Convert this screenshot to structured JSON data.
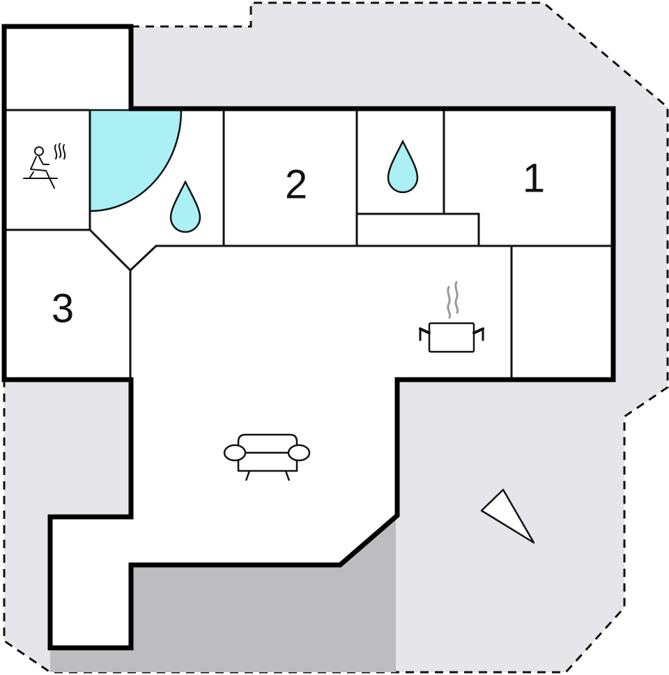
{
  "floorplan": {
    "rooms": [
      {
        "id": "bedroom-1",
        "label": "1"
      },
      {
        "id": "bedroom-2",
        "label": "2"
      },
      {
        "id": "bedroom-3",
        "label": "3"
      }
    ],
    "icons": [
      {
        "room": "sauna",
        "name": "sauna-icon"
      },
      {
        "room": "bathroom-large",
        "name": "water-drop-icon"
      },
      {
        "room": "bathroom-small",
        "name": "water-drop-icon"
      },
      {
        "room": "kitchen",
        "name": "cooking-pot-icon"
      },
      {
        "room": "living-room",
        "name": "armchair-icon"
      },
      {
        "room": "outside",
        "name": "north-arrow-icon"
      }
    ],
    "colors": {
      "terrace": "#e6e6ea",
      "covered_terrace": "#bdbdc0",
      "water": "#aaf0f4",
      "walls": "#000000",
      "interior": "#ffffff"
    }
  }
}
